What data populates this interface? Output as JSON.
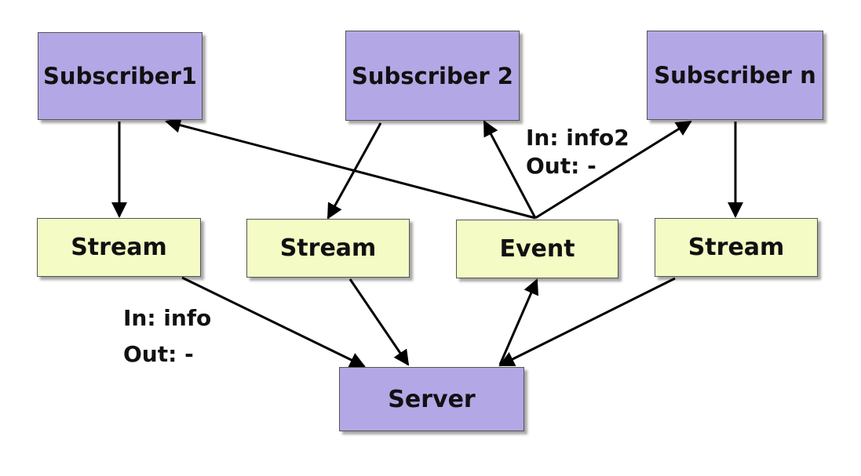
{
  "subscribers": [
    {
      "id": "sub1",
      "label": "Subscriber1"
    },
    {
      "id": "sub2",
      "label": "Subscriber 2"
    },
    {
      "id": "subn",
      "label": "Subscriber n"
    }
  ],
  "middle": [
    {
      "id": "stream1",
      "label": "Stream"
    },
    {
      "id": "stream2",
      "label": "Stream"
    },
    {
      "id": "event",
      "label": "Event"
    },
    {
      "id": "stream3",
      "label": "Stream"
    }
  ],
  "server": {
    "label": "Server"
  },
  "annotations": {
    "stream": {
      "in": "In: info",
      "out": "Out: -"
    },
    "event": {
      "in": "In: info2",
      "out": "Out: -"
    }
  },
  "colors": {
    "subscriber_fill": "#b4a7e6",
    "stream_fill": "#f4fbc4",
    "server_fill": "#b4a7e6",
    "arrow": "#000000"
  }
}
